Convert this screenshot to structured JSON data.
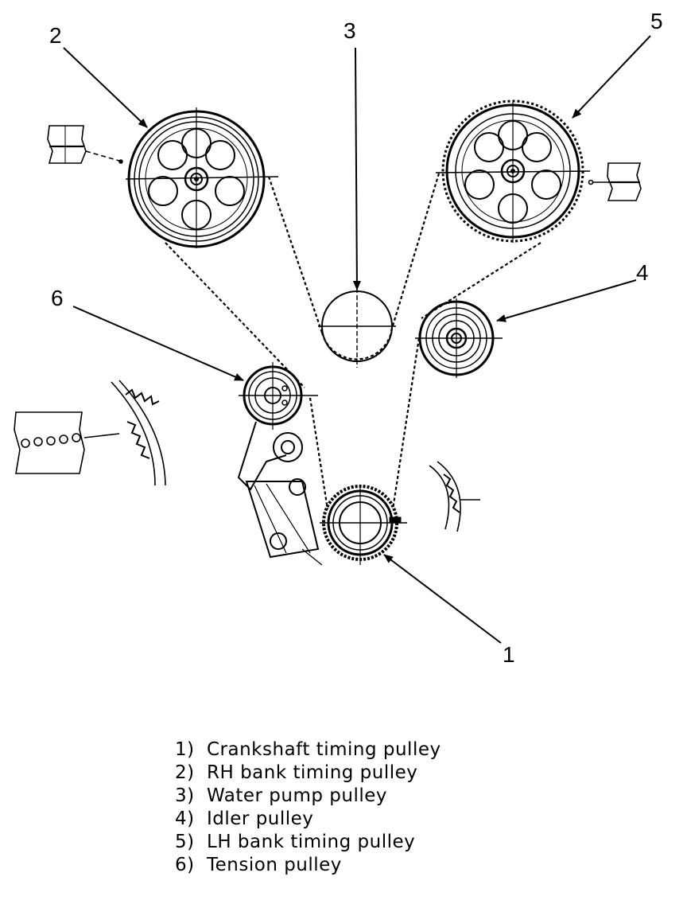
{
  "callouts": {
    "c1": "1",
    "c2": "2",
    "c3": "3",
    "c4": "4",
    "c5": "5",
    "c6": "6"
  },
  "legend": [
    {
      "num": "1)",
      "label": "Crankshaft timing pulley"
    },
    {
      "num": "2)",
      "label": "RH bank timing pulley"
    },
    {
      "num": "3)",
      "label": "Water pump pulley"
    },
    {
      "num": "4)",
      "label": "Idler pulley"
    },
    {
      "num": "5)",
      "label": "LH bank timing pulley"
    },
    {
      "num": "6)",
      "label": "Tension pulley"
    }
  ],
  "colors": {
    "ink": "#000000",
    "paper": "#ffffff"
  }
}
